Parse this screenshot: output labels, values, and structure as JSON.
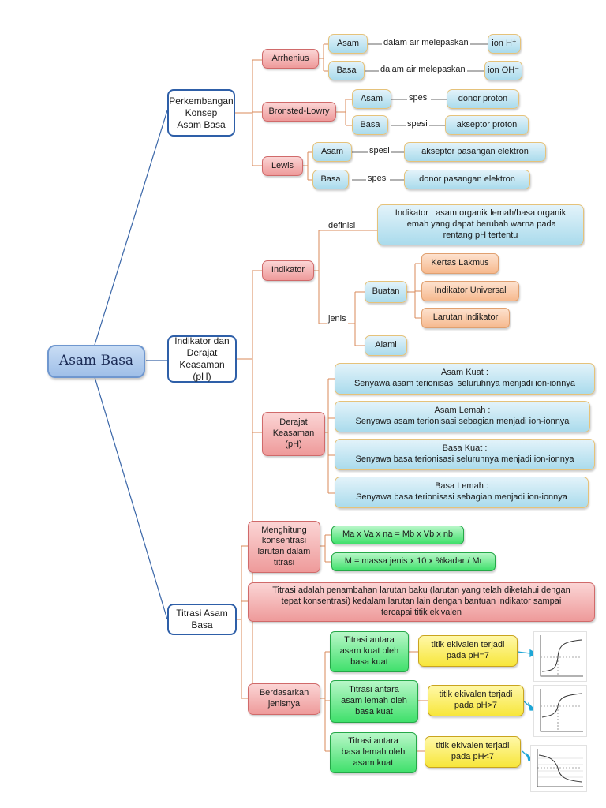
{
  "root": "Asam Basa",
  "branches": {
    "konsep": "Perkembangan\nKonsep\nAsam Basa",
    "indikator": "Indikator dan\nDerajat\nKeasaman (pH)",
    "titrasi": "Titrasi Asam\nBasa"
  },
  "konsep": {
    "arrhenius": {
      "label": "Arrhenius",
      "asam": "Asam",
      "asam_rel": "dalam air melepaskan",
      "asam_val": "ion H⁺",
      "basa": "Basa",
      "basa_rel": "dalam air melepaskan",
      "basa_val": "ion OH⁻"
    },
    "bronsted": {
      "label": "Bronsted-Lowry",
      "asam": "Asam",
      "asam_rel": "spesi",
      "asam_val": "donor proton",
      "basa": "Basa",
      "basa_rel": "spesi",
      "basa_val": "akseptor proton"
    },
    "lewis": {
      "label": "Lewis",
      "asam": "Asam",
      "asam_rel": "spesi",
      "asam_val": "akseptor pasangan elektron",
      "basa": "Basa",
      "basa_rel": "spesi",
      "basa_val": "donor pasangan elektron"
    }
  },
  "indikator": {
    "label": "Indikator",
    "definisi_label": "definisi",
    "definisi": "Indikator : asam organik lemah/basa organik\nlemah yang dapat berubah warna pada\nrentang pH tertentu",
    "jenis_label": "jenis",
    "buatan": "Buatan",
    "buatan_items": [
      "Kertas Lakmus",
      "Indikator Universal",
      "Larutan Indikator"
    ],
    "alami": "Alami"
  },
  "derajat": {
    "label": "Derajat\nKeasaman\n(pH)",
    "items": [
      "Asam Kuat :\nSenyawa asam terionisasi seluruhnya menjadi ion-ionnya",
      "Asam Lemah :\nSenyawa asam terionisasi sebagian menjadi ion-ionnya",
      "Basa Kuat :\nSenyawa basa terionisasi seluruhnya menjadi ion-ionnya",
      "Basa Lemah :\nSenyawa basa terionisasi sebagian menjadi ion-ionnya"
    ]
  },
  "titrasi": {
    "menghitung": "Menghitung\nkonsentrasi\nlarutan dalam\ntitrasi",
    "formula1": "Ma x Va x na = Mb x Vb x nb",
    "formula2": "M = massa jenis x 10 x %kadar / Mr",
    "definisi": "Titrasi adalah penambahan larutan baku  (larutan yang telah diketahui dengan\ntepat konsentrasi) kedalam larutan lain dengan bantuan indikator sampai\ntercapai titik ekivalen",
    "berdasarkan": "Berdasarkan\njenisnya",
    "jenis": [
      {
        "title": "Titrasi antara\nasam kuat oleh\nbasa kuat",
        "result": "titik ekivalen terjadi\npada pH=7"
      },
      {
        "title": "Titrasi antara\nasam lemah oleh\nbasa kuat",
        "result": "titik ekivalen terjadi\npada pH>7"
      },
      {
        "title": "Titrasi antara\nbasa lemah oleh\nasam kuat",
        "result": "titik ekivalen terjadi\npada pH<7"
      }
    ]
  },
  "colors": {
    "connector": "#3a66a8",
    "red_node": "#ee9a9a",
    "blue_node": "#aadbec",
    "green_node": "#3fe06b",
    "yellow_node": "#f7e63a",
    "orange_node": "#f6b98e"
  }
}
